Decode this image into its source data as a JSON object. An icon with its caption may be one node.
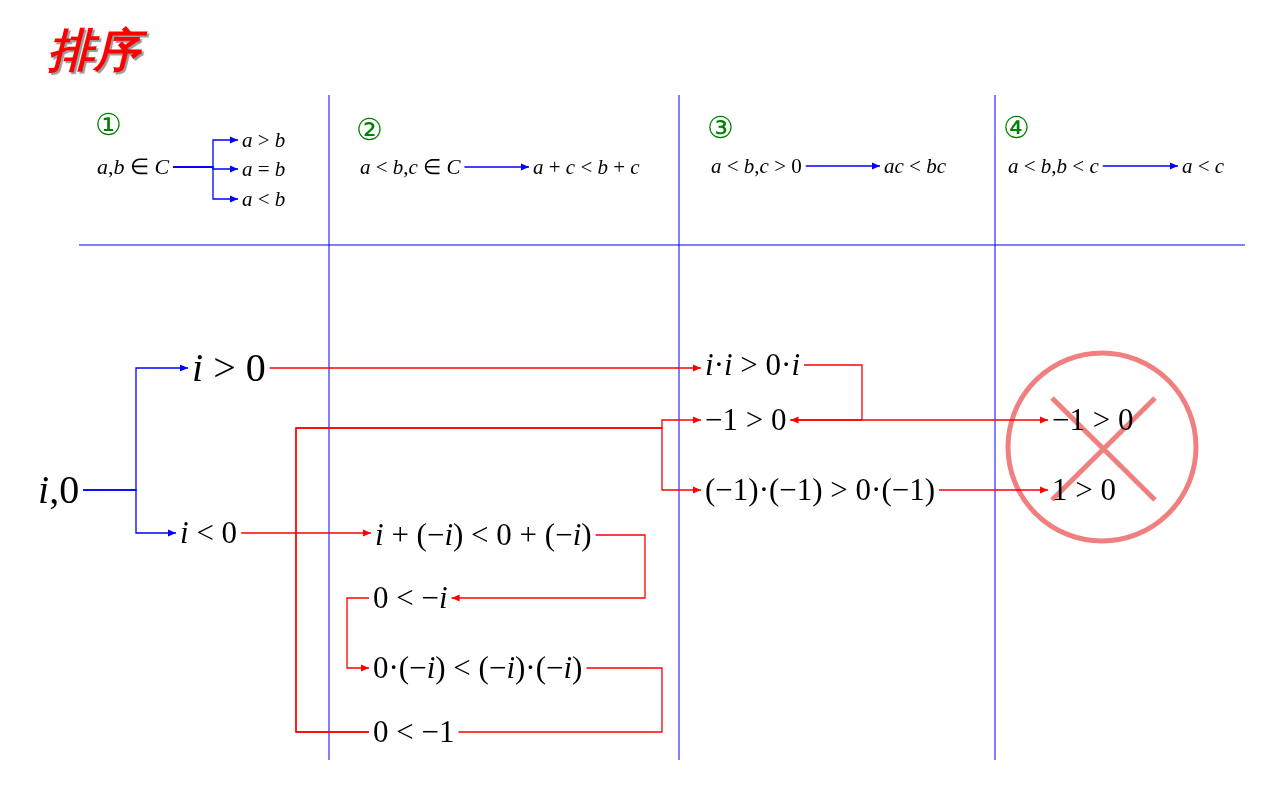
{
  "diagram": {
    "title": "排序",
    "nodes": [
      {
        "text": [
          "*a*,*b* ∈ *C*"
        ]
      },
      {
        "text": [
          "*a* > *b*"
        ]
      },
      {
        "text": [
          "*a* = *b*"
        ]
      },
      {
        "text": [
          "*a* < *b*"
        ]
      },
      {
        "text": [
          "*a* < *b*,*c* ∈ *C*"
        ]
      },
      {
        "text": [
          "*a* + *c* < *b* + *c*"
        ]
      },
      {
        "text": [
          "*a* < *b*,*c* > 0"
        ]
      },
      {
        "text": [
          "*ac* < *bc*"
        ]
      },
      {
        "text": [
          "*a* < *b*,*b* < *c*"
        ]
      },
      {
        "text": [
          "*a* < *c*"
        ]
      },
      {
        "text": [
          "*i*,0"
        ]
      },
      {
        "text": [
          "*i* > 0"
        ]
      },
      {
        "text": [
          "*i* < 0"
        ]
      },
      {
        "text": [
          "*i*·*i* > 0·*i*"
        ]
      },
      {
        "text": [
          "−1 > 0"
        ]
      },
      {
        "text": [
          "(−1)·(−1) > 0·(−1)"
        ]
      },
      {
        "text": [
          "−1 > 0"
        ]
      },
      {
        "text": [
          "1 > 0"
        ]
      },
      {
        "text": [
          "*i* + (−*i*) < 0 + (−*i*)"
        ]
      },
      {
        "text": [
          "0 < −*i*"
        ]
      },
      {
        "text": [
          "0·(−*i*) < (−*i*)·(−*i*)"
        ]
      },
      {
        "text": [
          "0 < −1"
        ]
      }
    ],
    "edges": [
      {
        "from": 0,
        "to": 1,
        "arrow": "to",
        "color": "#0000ff"
      },
      {
        "from": 0,
        "to": 2,
        "arrow": "to",
        "color": "#0000ff"
      },
      {
        "from": 0,
        "to": 3,
        "arrow": "to",
        "color": "#0000ff"
      },
      {
        "from": 4,
        "to": 5,
        "arrow": "to",
        "color": "#0000ff"
      },
      {
        "from": 6,
        "to": 7,
        "arrow": "to",
        "color": "#0000ff"
      },
      {
        "from": 8,
        "to": 9,
        "arrow": "to",
        "color": "#0000ff"
      },
      {
        "from": 10,
        "to": 11,
        "arrow": "to",
        "color": "#0000ff"
      },
      {
        "from": 10,
        "to": 12,
        "arrow": "to",
        "color": "#0000ff"
      },
      {
        "from": 11,
        "to": 13,
        "arrow": "to"
      },
      {
        "from": 13,
        "to": 14,
        "arrow": "to"
      },
      {
        "from": 14,
        "to": 16,
        "arrow": "to"
      },
      {
        "from": 12,
        "to": 18,
        "arrow": "to"
      },
      {
        "from": 18,
        "to": 19,
        "arrow": "to"
      },
      {
        "from": 19,
        "to": 20,
        "arrow": "to"
      },
      {
        "from": 20,
        "to": 21,
        "arrow": "none"
      },
      {
        "from": 21,
        "to": 14,
        "arrow": "to"
      },
      {
        "from": 21,
        "to": 15,
        "arrow": "to"
      },
      {
        "from": 15,
        "to": 17,
        "arrow": "to"
      }
    ],
    "labels": [
      "①",
      "②",
      "③",
      "④"
    ]
  }
}
